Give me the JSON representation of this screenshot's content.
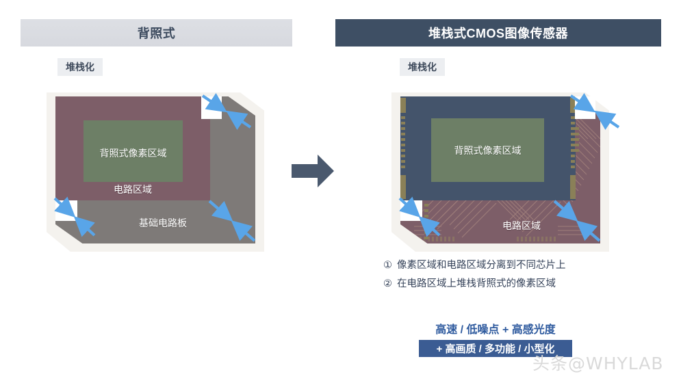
{
  "panels": {
    "left": {
      "header": "背照式",
      "chip_label": "堆栈化",
      "regions": {
        "pixel": "背照式像素区域",
        "circuit": "电路区域",
        "base": "基础电路板"
      }
    },
    "right": {
      "header": "堆栈式CMOS图像传感器",
      "chip_label": "堆栈化",
      "regions": {
        "pixel": "背照式像素区域",
        "circuit": "电路区域"
      }
    }
  },
  "flow_arrow": "right-arrow",
  "notes": [
    {
      "num": "①",
      "text": "像素区域和电路区域分离到不同芯片上"
    },
    {
      "num": "②",
      "text": "在电路区域上堆栈背照式的像素区域"
    }
  ],
  "benefits": {
    "line1": "高速 / 低噪点 + 高感光度",
    "line2": "+ 高画质 / 多功能 / 小型化"
  },
  "watermark": "头条@WHYLAB",
  "colors": {
    "header_right_bg": "#3e4f64",
    "header_left_bg": "#d9dbe1",
    "pixel_green": "#6d7f66",
    "circuit_maroon": "#7d5e68",
    "base_gray": "#7e7a78",
    "pixel_chip_blue": "#44546b",
    "pad_olive": "#8a8058",
    "arrow_blue": "#59a5e8",
    "flow_arrow": "#4a596e",
    "benefit_text": "#2e5a9e",
    "benefit_badge_bg": "#3b5c93"
  }
}
